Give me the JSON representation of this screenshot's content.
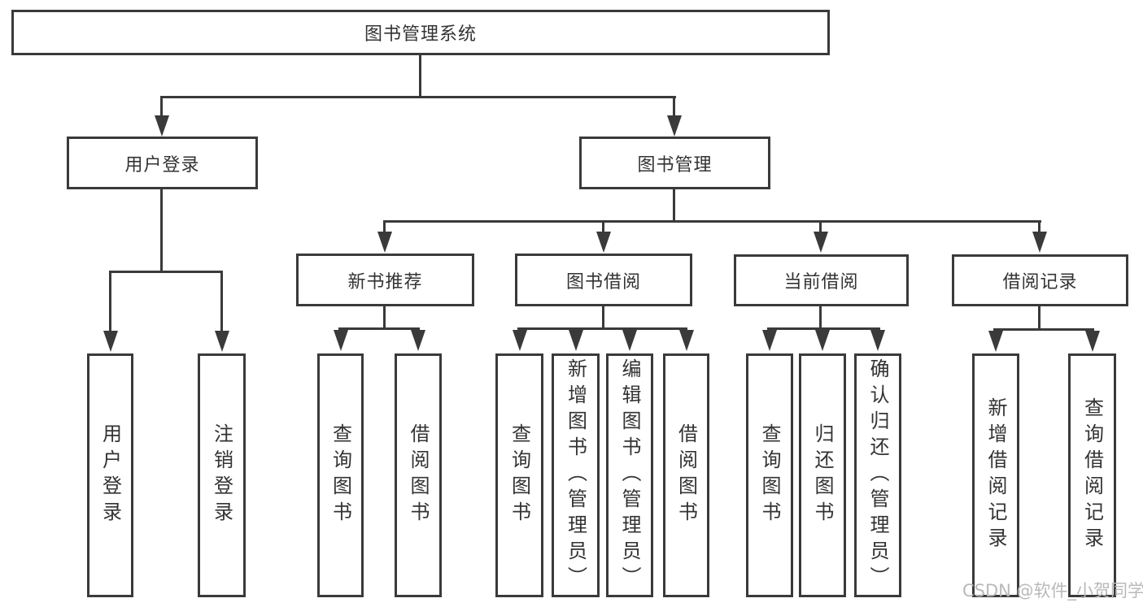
{
  "tree": {
    "root": "图书管理系统",
    "children": [
      {
        "label": "用户登录",
        "children": [
          {
            "label": "用户登录"
          },
          {
            "label": "注销登录"
          }
        ]
      },
      {
        "label": "图书管理",
        "children": [
          {
            "label": "新书推荐",
            "children": [
              {
                "label": "查询图书"
              },
              {
                "label": "借阅图书"
              }
            ]
          },
          {
            "label": "图书借阅",
            "children": [
              {
                "label": "查询图书"
              },
              {
                "label": "新增图书（管理员）"
              },
              {
                "label": "编辑图书（管理员）"
              },
              {
                "label": "借阅图书"
              }
            ]
          },
          {
            "label": "当前借阅",
            "children": [
              {
                "label": "查询图书"
              },
              {
                "label": "归还图书"
              },
              {
                "label": "确认归还（管理员）"
              }
            ]
          },
          {
            "label": "借阅记录",
            "children": [
              {
                "label": "新增借阅记录"
              },
              {
                "label": "查询借阅记录"
              }
            ]
          }
        ]
      }
    ]
  },
  "watermark": {
    "text": "CSDN @软件_小贺同学"
  },
  "colors": {
    "line": "#3a3a3a",
    "text": "#333333",
    "background": "#ffffff",
    "watermark": "#b9b9b9"
  }
}
